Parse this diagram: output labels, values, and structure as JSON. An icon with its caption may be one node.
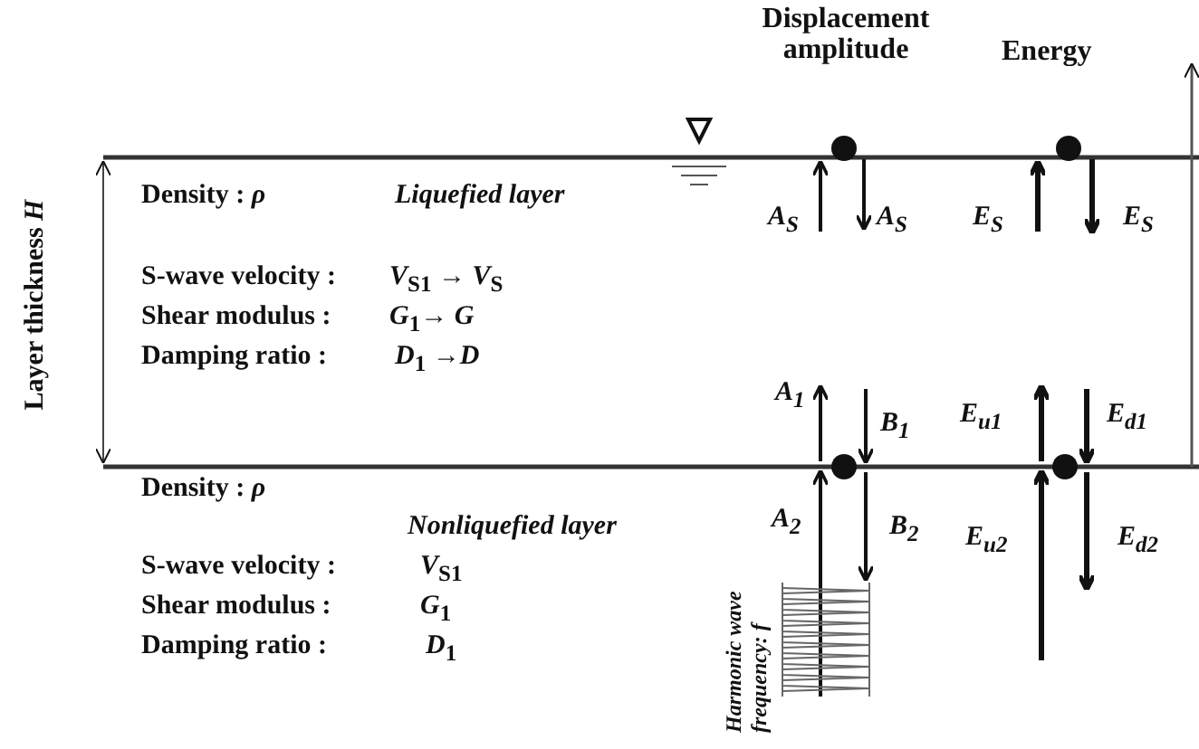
{
  "diagram": {
    "labels": [
      "Displacement amplitude",
      "Energy",
      "Layer thickness *H*",
      "Density : *ρ*",
      "Liquefied layer",
      "*A*$_{S}$",
      "*A*$_{S}$",
      "*E*$_{S}$",
      "*E*$_{S}$",
      "S-wave velocity :",
      "*V*$_{S1}$ → *V*$_{S}$",
      "Shear modulus :",
      "*G*$_{1}$→ *G*",
      "Damping ratio :",
      "*D*$_{1}$ →*D*",
      "*A*$_{1}$",
      "*B*$_{1}$",
      "*E*$_{u1}$",
      "*E*$_{d1}$",
      "Density : *ρ*",
      "*A*$_{2}$",
      "*B*$_{2}$",
      "*E*$_{u2}$",
      "*E*$_{d2}$",
      "Nonliquefied layer",
      "S-wave velocity :",
      "*V*$_{S1}$",
      "Shear modulus :",
      "*G*$_{1}$",
      "Harmonic wave frequency: *f*",
      "Damping ratio :",
      "*D*$_{1}$"
    ]
  }
}
